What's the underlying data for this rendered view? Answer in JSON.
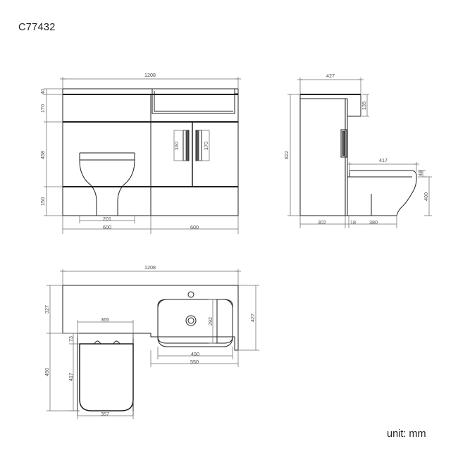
{
  "drawing": {
    "title": "C77432",
    "unit_label": "unit: mm",
    "ink_color": "#231f20",
    "dim_color": "#6d6e71"
  },
  "views": {
    "front_elevation": {
      "name": "front-elevation",
      "dimensions": {
        "overall_width": "1208",
        "worktop_thickness": "40",
        "upper_panel_height": "170",
        "door_height": "458",
        "plinth_height": "150",
        "toilet_pan_width": "201",
        "toilet_unit_width": "600",
        "vanity_unit_width": "600",
        "handle_left": "160",
        "handle_right": "170"
      }
    },
    "side_elevation": {
      "name": "side-elevation",
      "dimensions": {
        "cabinet_depth": "427",
        "top_block_height": "135",
        "overall_height": "822",
        "toilet_seat_depth": "417",
        "seat_thickness": "48",
        "pan_height": "400",
        "cabinet_base_depth": "302",
        "gap": "18",
        "toilet_projection": "380"
      }
    },
    "plan_view": {
      "name": "plan-view",
      "dimensions": {
        "overall_width": "1208",
        "toilet_side_depth": "327",
        "basin_side_depth": "427",
        "cistern_width": "365",
        "seat_offset": "73",
        "toilet_overall_depth": "490",
        "seat_depth": "417",
        "seat_width": "357",
        "bowl_width": "490",
        "basin_width": "550",
        "bowl_depth": "292"
      }
    }
  }
}
